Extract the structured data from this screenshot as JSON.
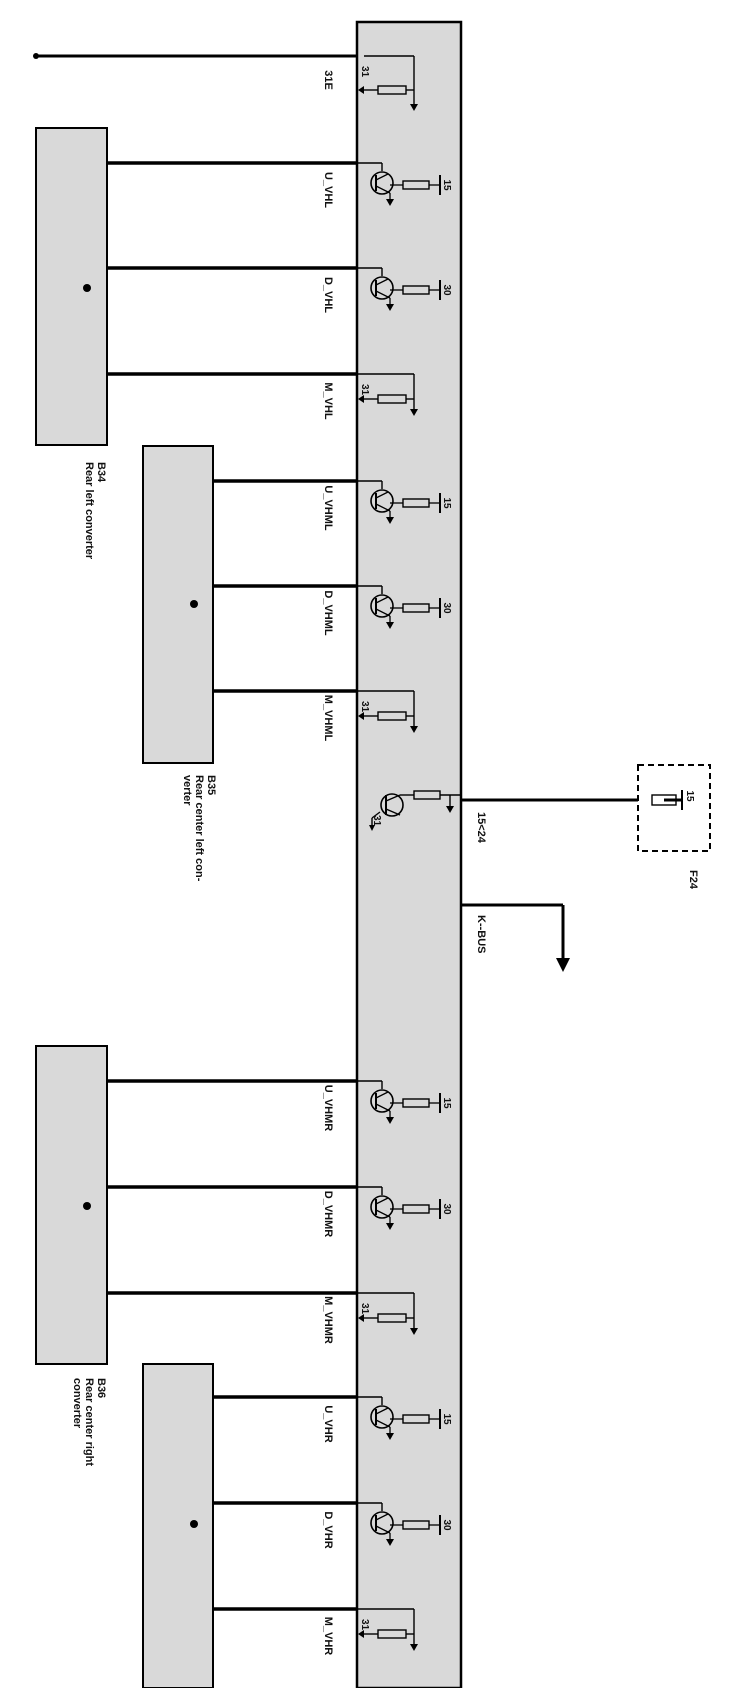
{
  "colors": {
    "module_fill": "#d9d9d9",
    "line": "#000000",
    "background": "#ffffff"
  },
  "top_line": {
    "label": "31E",
    "terminal": "31"
  },
  "modules": [
    {
      "id": "B34",
      "name_lines": [
        "Rear left converter"
      ],
      "signals": [
        {
          "name": "U_VHL",
          "terminal": "15",
          "kind": "transistor"
        },
        {
          "name": "D_VHL",
          "terminal": "30",
          "kind": "transistor"
        },
        {
          "name": "M_VHL",
          "terminal": "31",
          "kind": "ground"
        }
      ]
    },
    {
      "id": "B35",
      "name_lines": [
        "Rear center left con-",
        "verter"
      ],
      "signals": [
        {
          "name": "U_VHML",
          "terminal": "15",
          "kind": "transistor"
        },
        {
          "name": "D_VHML",
          "terminal": "30",
          "kind": "transistor"
        },
        {
          "name": "M_VHML",
          "terminal": "31",
          "kind": "ground"
        }
      ]
    },
    {
      "id": "B36",
      "name_lines": [
        "Rear center right",
        "converter"
      ],
      "signals": [
        {
          "name": "U_VHMR",
          "terminal": "15",
          "kind": "transistor"
        },
        {
          "name": "D_VHMR",
          "terminal": "30",
          "kind": "transistor"
        },
        {
          "name": "M_VHMR",
          "terminal": "31",
          "kind": "ground"
        }
      ]
    },
    {
      "id": "",
      "name_lines": [],
      "signals": [
        {
          "name": "U_VHR",
          "terminal": "15",
          "kind": "transistor"
        },
        {
          "name": "D_VHR",
          "terminal": "30",
          "kind": "transistor"
        },
        {
          "name": "M_VHR",
          "terminal": "31",
          "kind": "ground"
        }
      ]
    }
  ],
  "supply": {
    "label": "15<24",
    "ground_terminal": "31"
  },
  "fuse": {
    "id": "F24",
    "terminal": "15"
  },
  "bus": {
    "label": "K--BUS"
  }
}
